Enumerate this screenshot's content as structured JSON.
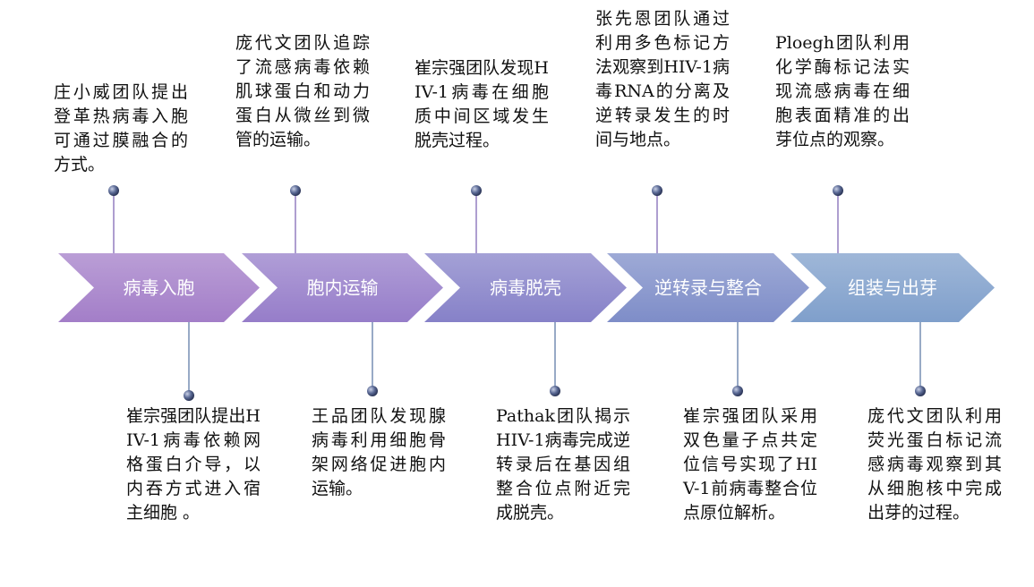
{
  "stages": [
    {
      "label": "病毒入胞",
      "color": "#A37EC8"
    },
    {
      "label": "胞内运输",
      "color": "#967DC9"
    },
    {
      "label": "病毒脱壳",
      "color": "#8681C8"
    },
    {
      "label": "逆转录与整合",
      "color": "#7E8DC8"
    },
    {
      "label": "组装与出芽",
      "color": "#7F9FCB"
    }
  ],
  "top_notes": [
    {
      "text": "庄小威团队提出登革热病毒入胞可通过膜融合的方式。"
    },
    {
      "text": "庞代文团队追踪了流感病毒依赖肌球蛋白和动力蛋白从微丝到微管的运输。"
    },
    {
      "text": "崔宗强团队发现HIV-1病毒在细胞质中间区域发生脱壳过程。"
    },
    {
      "text": "张先恩团队通过利用多色标记方法观察到HIV-1病毒RNA的分离及逆转录发生的时间与地点。"
    },
    {
      "text": "Ploegh团队利用化学酶标记法实现流感病毒在细胞表面精准的出芽位点的观察。"
    }
  ],
  "bottom_notes": [
    {
      "text": "崔宗强团队提出HIV-1病毒依赖网格蛋白介导，以内吞方式进入宿主细胞 。"
    },
    {
      "text": "王品团队发现腺病毒利用细胞骨架网络促进胞内运输。"
    },
    {
      "text": "Pathak团队揭示HIV-1病毒完成逆转录后在基因组整合位点附近完成脱壳。"
    },
    {
      "text": "崔宗强团队采用双色量子点共定位信号实现了HIV-1前病毒整合位点原位解析。"
    },
    {
      "text": "庞代文团队利用荧光蛋白标记流感病毒观察到其从细胞核中完成出芽的过程。"
    }
  ]
}
